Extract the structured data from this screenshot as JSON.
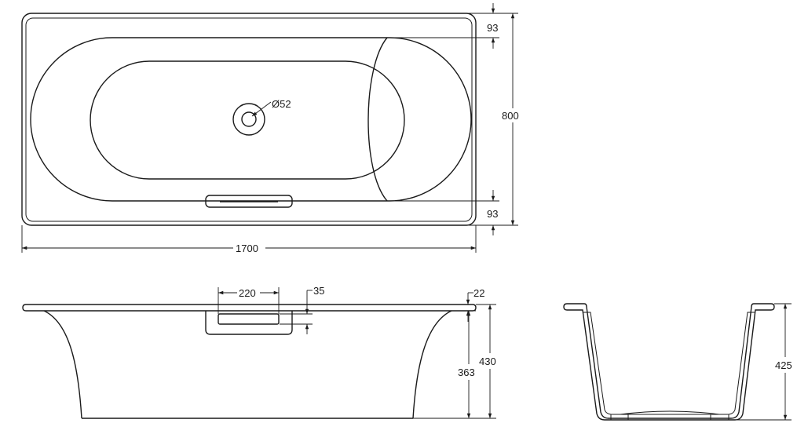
{
  "drawing": {
    "dimensions": {
      "overall_length": "1700",
      "overall_width": "800",
      "rim_top": "93",
      "rim_bottom": "93",
      "drain_diameter": "Ø52",
      "handle_width": "220",
      "handle_depth": "35",
      "rim_thickness": "22",
      "inner_depth": "363",
      "overall_height": "430",
      "end_height": "425"
    }
  }
}
